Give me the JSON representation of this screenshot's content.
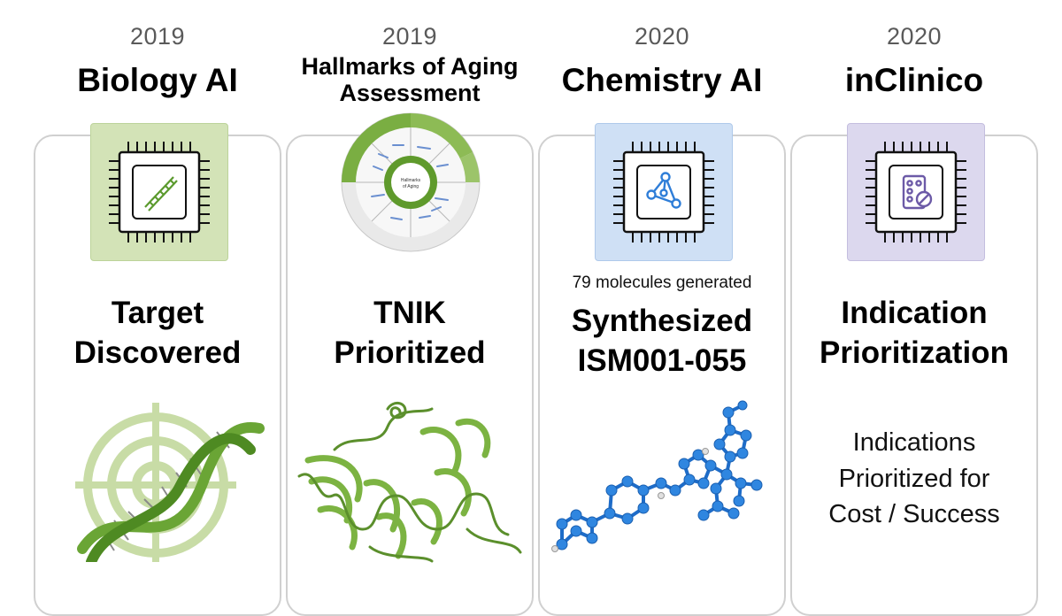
{
  "columns": [
    {
      "year": "2019",
      "title": "Biology AI",
      "headline": [
        "Target",
        "Discovered"
      ],
      "tile_color": "#d3e3b7",
      "icon": "dna-icon",
      "illustration": "dna-target-illustration"
    },
    {
      "year": "2019",
      "title": [
        "Hallmarks of Aging",
        "Assessment"
      ],
      "headline": [
        "TNIK",
        "Prioritized"
      ],
      "wheel_center_label": [
        "Hallmarks",
        "of Aging"
      ],
      "illustration": "protein-structure-illustration"
    },
    {
      "year": "2020",
      "title": "Chemistry AI",
      "sub_label": "79 molecules generated",
      "headline": [
        "Synthesized",
        "ISM001-055"
      ],
      "tile_color": "#cfe0f5",
      "icon": "molecule-network-icon",
      "illustration": "ball-and-stick-molecule-illustration"
    },
    {
      "year": "2020",
      "title": "inClinico",
      "headline": [
        "Indication",
        "Prioritization"
      ],
      "description": [
        "Indications",
        "Prioritized for",
        "Cost / Success"
      ],
      "tile_color": "#dcd8ee",
      "icon": "pill-pack-icon"
    }
  ],
  "colors": {
    "green_accent": "#6aa535",
    "blue_accent": "#2f7ed8",
    "purple_accent": "#6c5aa7",
    "card_border": "#d0d0d0",
    "year_gray": "#5a5a5a"
  }
}
